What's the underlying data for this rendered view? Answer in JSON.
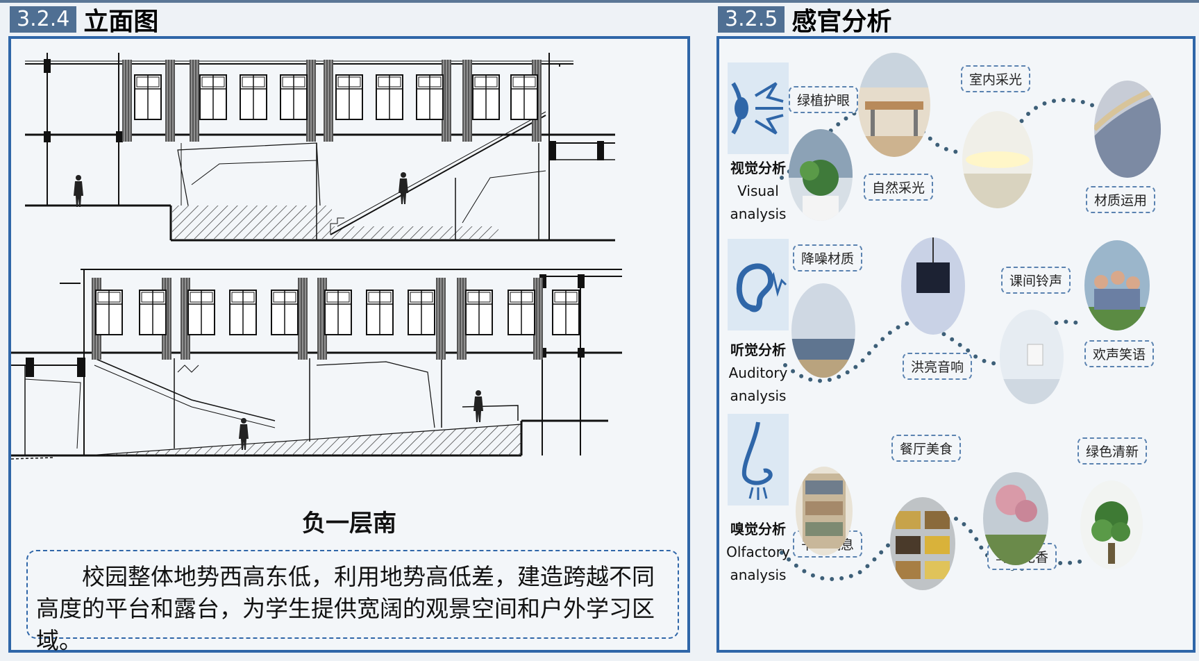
{
  "left_section": {
    "number": "3.2.4",
    "title": "立面图"
  },
  "right_section": {
    "number": "3.2.5",
    "title": "感官分析"
  },
  "elevation_caption": "负一层南",
  "description": "校园整体地势西高东低，利用地势高低差，建造跨越不同高度的平台和露台，为学生提供宽阔的观景空间和户外学习区域。",
  "senses": [
    {
      "id": "visual",
      "cn": "视觉分析",
      "en1": "Visual",
      "en2": "analysis",
      "icon": "eye-icon",
      "tags": [
        "绿植护眼",
        "自然采光",
        "室内采光",
        "材质运用"
      ]
    },
    {
      "id": "auditory",
      "cn": "听觉分析",
      "en1": "Auditory",
      "en2": "analysis",
      "icon": "ear-icon",
      "tags": [
        "降噪材质",
        "洪亮音响",
        "课间铃声",
        "欢声笑语"
      ]
    },
    {
      "id": "olfactory",
      "cn": "嗅觉分析",
      "en1": "Olfactory",
      "en2": "analysis",
      "icon": "nose-icon",
      "tags": [
        "书画气息",
        "餐厅美食",
        "鸟语花香",
        "绿色清新"
      ]
    }
  ],
  "colors": {
    "accent": "#2f66a8",
    "header_fill": "#4f6f93",
    "dots": "#3d5f78"
  }
}
